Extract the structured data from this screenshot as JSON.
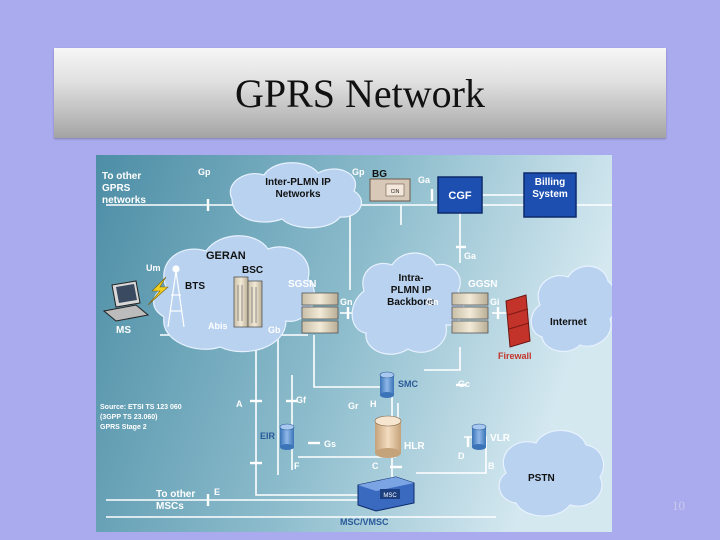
{
  "slide": {
    "title": "GPRS Network",
    "slide_number": "10"
  },
  "diagram": {
    "clouds": {
      "other_gprs": "To other GPRS networks",
      "inter_plmn": "Inter-PLMN IP Networks",
      "geran": "GERAN",
      "intra_plmn": "Intra- PLMN IP Backbone",
      "internet": "Internet",
      "pstn": "PSTN"
    },
    "nodes": {
      "bg": "BG",
      "bg_inner": "CIN",
      "cgf": "CGF",
      "billing": "Billing System",
      "bts": "BTS",
      "bsc": "BSC",
      "sgsn": "SGSN",
      "ggsn": "GGSN",
      "ms": "MS",
      "firewall": "Firewall",
      "hlr": "HLR",
      "vlr": "VLR",
      "eir": "EIR",
      "smc": "SMC",
      "msc_inner": "MSC",
      "msc": "MSC/VMSC",
      "other_mscs": "To other MSCs"
    },
    "interfaces": {
      "gp": "Gp",
      "gp2": "Gp",
      "ga": "Ga",
      "ga2": "Ga",
      "um": "Um",
      "abis": "Abis",
      "gb": "Gb",
      "gn": "Gn",
      "gn2": "Gn",
      "gi": "Gi",
      "a": "A",
      "gf": "Gf",
      "gr": "Gr",
      "h": "H",
      "gc": "Gc",
      "gs": "Gs",
      "f": "F",
      "c": "C",
      "d": "D",
      "b": "B",
      "e": "E"
    },
    "source": {
      "line1": "Source: ETSI TS 123 060",
      "line2": "(3GPP TS 23.060)",
      "line3": "GPRS Stage 2"
    },
    "colors": {
      "bg_left": "#4d8ea6",
      "bg_right": "#cfe4ee",
      "cloud": "#b8d2f0",
      "line": "#ffffff",
      "box": "#1c4fb0",
      "firewall": "#c4332a"
    }
  }
}
